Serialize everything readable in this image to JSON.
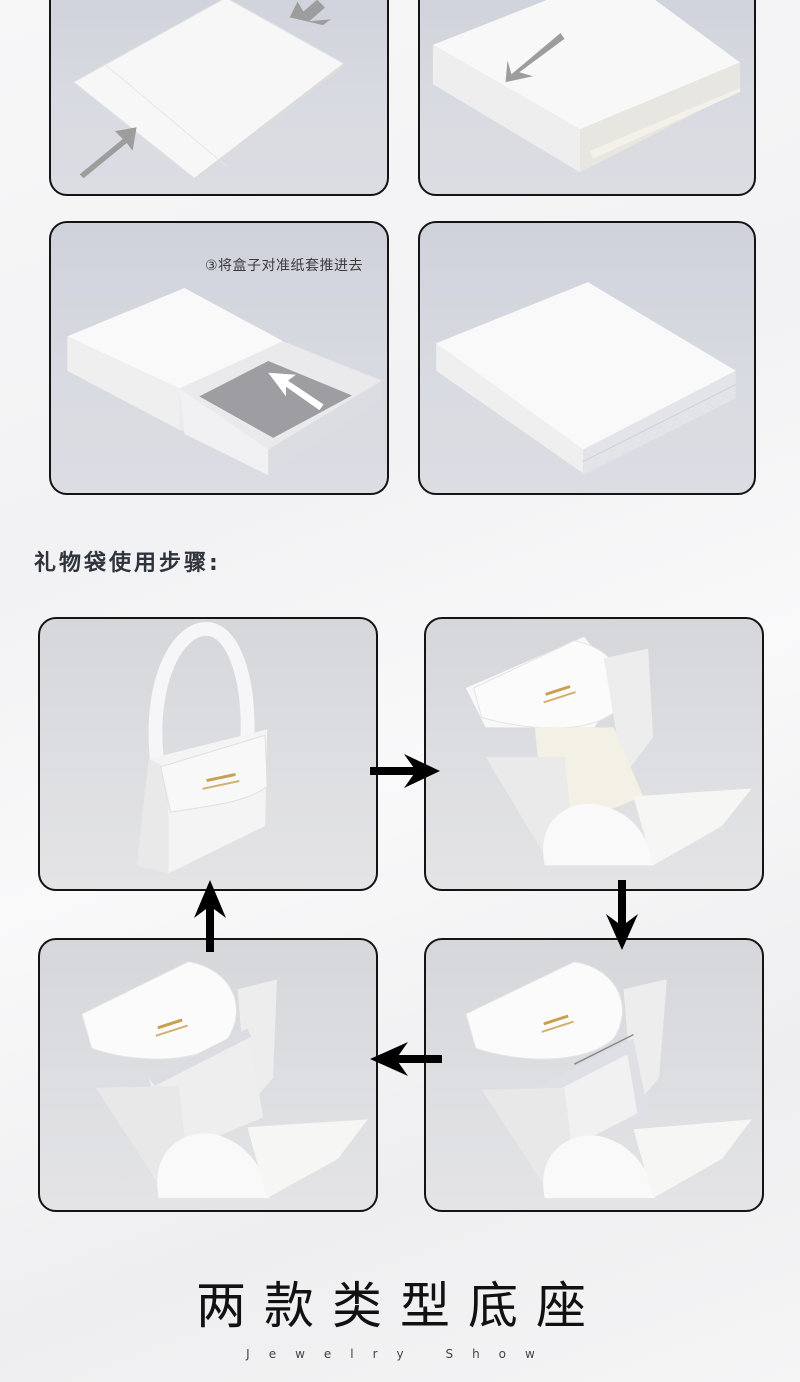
{
  "box_steps": {
    "panels": [
      {
        "id": "box-step-1",
        "description": "Flat paper sleeve with arrows pointing inward",
        "caption": ""
      },
      {
        "id": "box-step-2",
        "description": "Folded paper sleeve with arrow pointing in",
        "caption": ""
      },
      {
        "id": "box-step-3",
        "description": "Box being pushed into paper sleeve",
        "caption": "③将盒子对准纸套推进去"
      },
      {
        "id": "box-step-4",
        "description": "Completed box inside sleeve",
        "caption": ""
      }
    ]
  },
  "gift_bag_section": {
    "title": "礼物袋使用步骤:",
    "panels": [
      {
        "id": "bag-step-1",
        "description": "Closed white gift bag with ribbon handle"
      },
      {
        "id": "bag-step-2",
        "description": "Gift bag opened with petal flaps spread"
      },
      {
        "id": "bag-step-3",
        "description": "Opened bag with frame box inserted"
      },
      {
        "id": "bag-step-4",
        "description": "Opened bag with closed white box inserted"
      }
    ],
    "flow_arrows": [
      {
        "id": "arrow-right",
        "direction": "right"
      },
      {
        "id": "arrow-down",
        "direction": "down"
      },
      {
        "id": "arrow-left",
        "direction": "left"
      },
      {
        "id": "arrow-up",
        "direction": "up"
      }
    ]
  },
  "footer": {
    "title": "两款类型底座",
    "subtitle": "Jewelry Show"
  },
  "colors": {
    "panel_border": "#141414",
    "box_panel_bg": "#d3d6de",
    "bag_panel_bg": "#dadbdf",
    "arrow_gray": "#9a9a9a",
    "arrow_black": "#000000",
    "title_text": "#2f333b",
    "gold_print": "#c8a050"
  }
}
